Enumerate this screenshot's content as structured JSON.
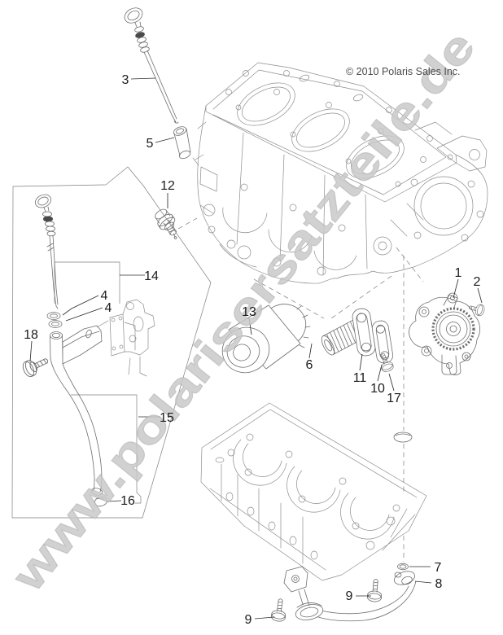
{
  "meta": {
    "copyright": "© 2010 Polaris Sales Inc.",
    "watermark": "www.polarisersatzteile.de",
    "colors": {
      "line_art": "#8d8d8d",
      "part_line": "#6e6e6e",
      "watermark_gray": "#c9c9c9",
      "label_text": "#1b1b1b"
    }
  },
  "diagram": {
    "type": "exploded-parts-diagram"
  },
  "callouts": [
    {
      "label": "1"
    },
    {
      "label": "2"
    },
    {
      "label": "3"
    },
    {
      "label": "4"
    },
    {
      "label": "4"
    },
    {
      "label": "5"
    },
    {
      "label": "6"
    },
    {
      "label": "7"
    },
    {
      "label": "8"
    },
    {
      "label": "9"
    },
    {
      "label": "9"
    },
    {
      "label": "10"
    },
    {
      "label": "11"
    },
    {
      "label": "12"
    },
    {
      "label": "13"
    },
    {
      "label": "14"
    },
    {
      "label": "15"
    },
    {
      "label": "16"
    },
    {
      "label": "17"
    },
    {
      "label": "18"
    }
  ]
}
